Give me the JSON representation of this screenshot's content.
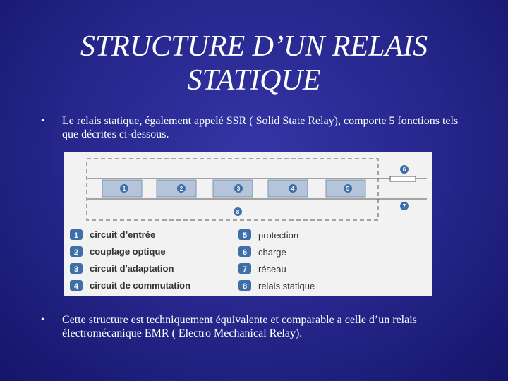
{
  "slide": {
    "title": "STRUCTURE D’UN RELAIS STATIQUE",
    "bullet_symbol": "•",
    "bullet1": "Le relais statique, également appelé SSR ( Solid State Relay),  comporte 5 fonctions tels que décrites ci-dessous.",
    "bullet2": "Cette structure est techniquement équivalente et comparable a celle d’un relais électromécanique EMR ( Electro Mechanical Relay)."
  },
  "diagram": {
    "blocks": [
      "1",
      "2",
      "3",
      "4",
      "5"
    ],
    "badge_below": "8",
    "badge_load": "6",
    "badge_network": "7",
    "legend_left": [
      {
        "num": "1",
        "label": "circuit d’entrée"
      },
      {
        "num": "2",
        "label": "couplage optique"
      },
      {
        "num": "3",
        "label": "circuit d'adaptation"
      },
      {
        "num": "4",
        "label": "circuit de commutation"
      }
    ],
    "legend_right": [
      {
        "num": "5",
        "label": "protection"
      },
      {
        "num": "6",
        "label": "charge"
      },
      {
        "num": "7",
        "label": "réseau"
      },
      {
        "num": "8",
        "label": "relais statique"
      }
    ]
  },
  "colors": {
    "background": "#25258a",
    "block_fill": "#b4c4da",
    "badge_fill": "#3d6fa8",
    "legend_text": "#333333"
  }
}
